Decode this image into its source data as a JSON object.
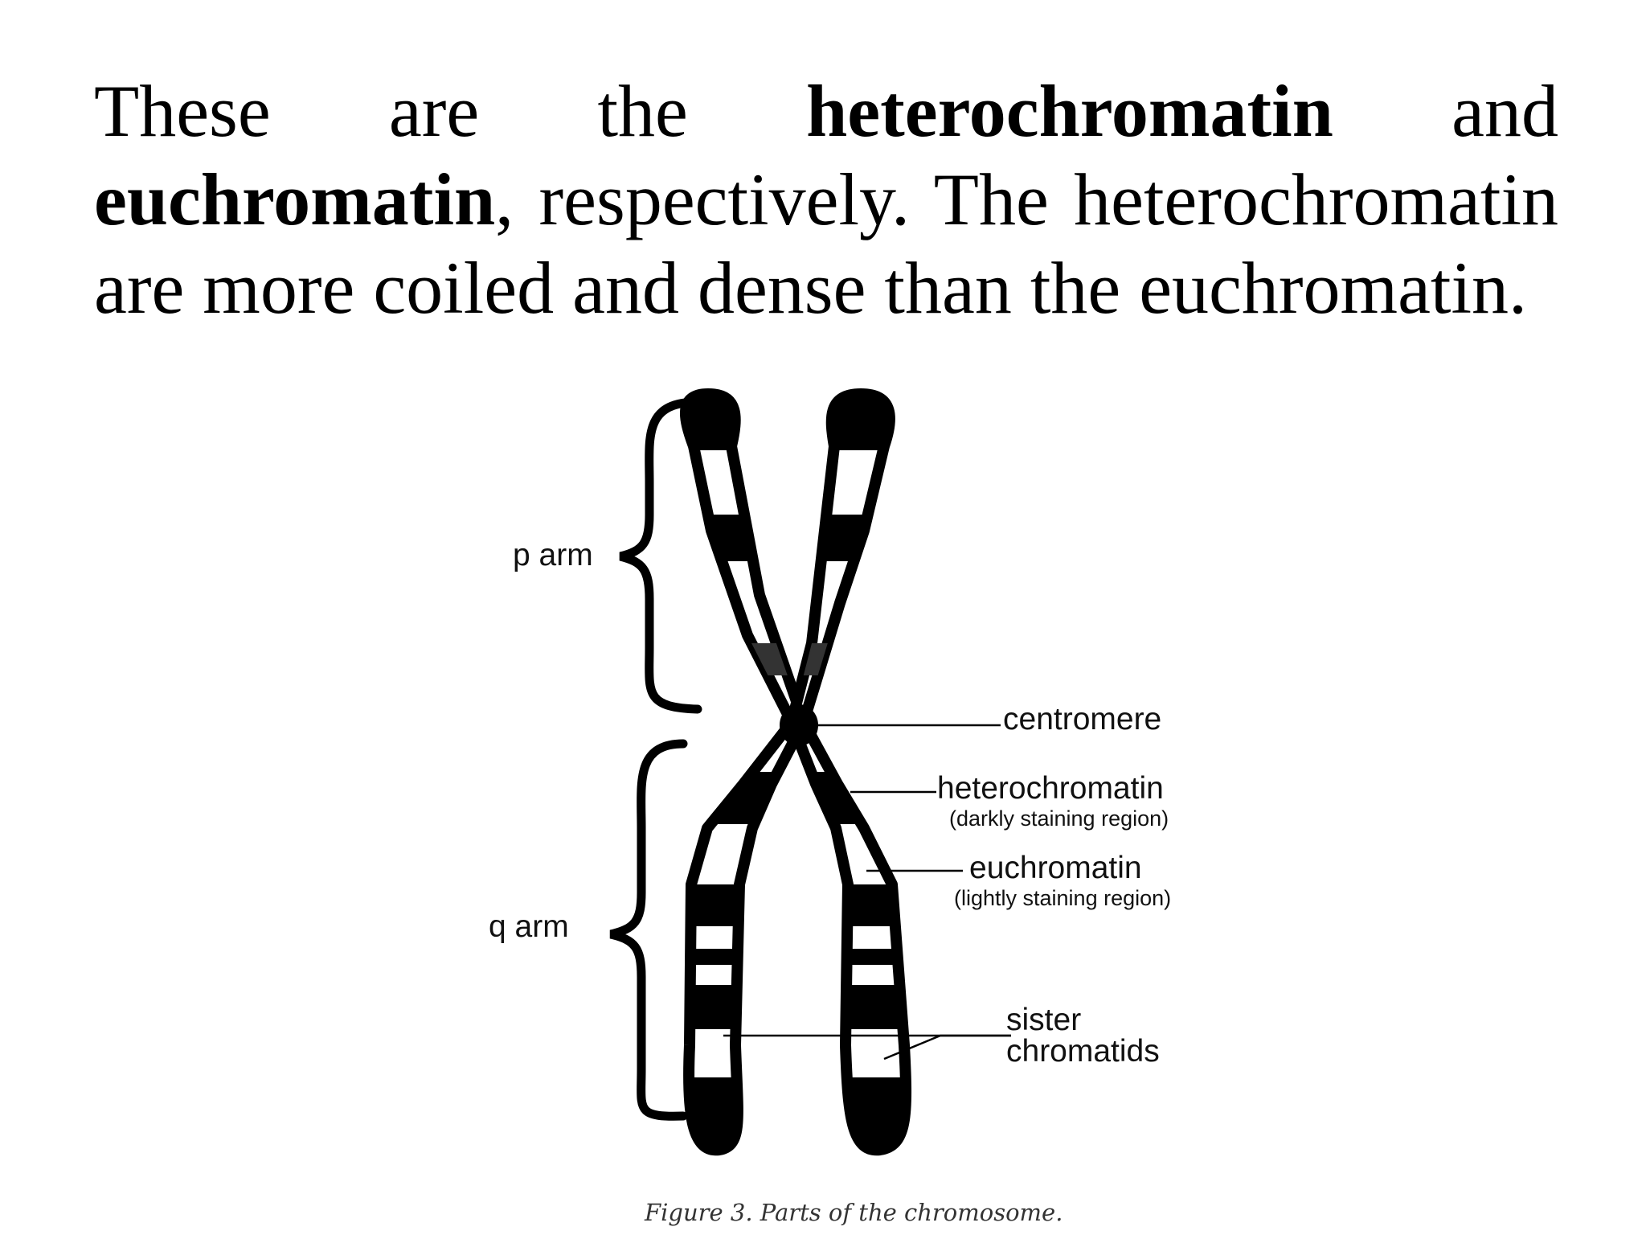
{
  "text": {
    "w1": "These",
    "w2": "are",
    "w3": "the",
    "w4": "heterochromatin",
    "w5": "and",
    "w6": "euchromatin",
    "w7": ", respectively. The heterochromatin are more coiled and dense than the euchromatin."
  },
  "figure": {
    "labels": {
      "p_arm": "p arm",
      "q_arm": "q arm",
      "centromere": "centromere",
      "heterochromatin": "heterochromatin",
      "heterochromatin_note": "(darkly staining region)",
      "euchromatin": "euchromatin",
      "euchromatin_note": "(lightly staining region)",
      "sister": "sister",
      "chromatids": "chromatids"
    },
    "caption": "Figure 3. Parts of the chromosome.",
    "colors": {
      "ink": "#000000",
      "background": "#ffffff"
    }
  }
}
